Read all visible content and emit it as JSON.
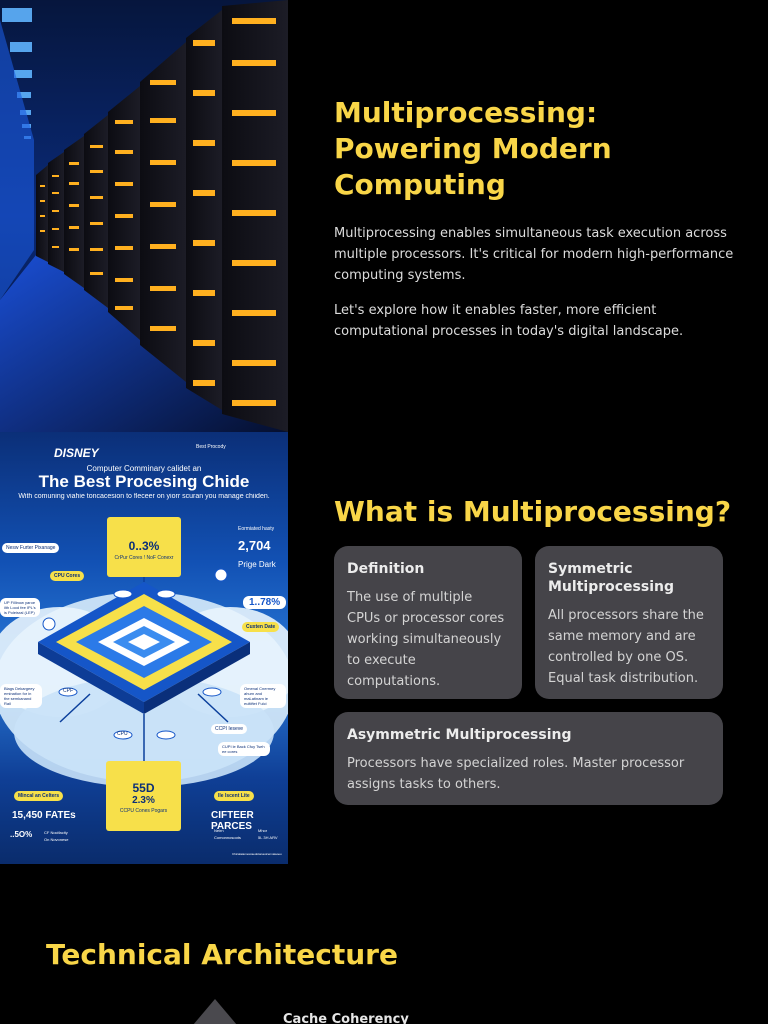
{
  "hero": {
    "title": "Multiprocessing: Powering Modern Computing",
    "paragraph_1": "Multiprocessing enables simultaneous task execution across multiple processors. It's critical for modern high-performance computing systems.",
    "paragraph_2": "Let's explore how it enables faster, more efficient computational processes in today's digital landscape."
  },
  "poster": {
    "brand": "DISNEY",
    "corner_badge": "Best Procody",
    "subtitle": "Computer Comminary calidet an",
    "title": "The Best Procesing Chide",
    "tagline": "With comuning viahie toncacesion to fleceer on yiorr scuran you manage chiiden.",
    "top_box_value": "0..3%",
    "top_box_label": "CrPur Cores ! NoF Conexr",
    "stat_label": "Eormiated hasty",
    "stat_value": "2,704",
    "stat_sub": "Prige Dark",
    "right_value": "1..78%",
    "pill_left_1": "Nesw Furter Pixanage",
    "pill_left_2": "CPU Cores",
    "note_left": "UP Fillinow yaroe ilth Lood fee IPL's is Poleisral (LEP)",
    "pill_right_1": "Cuxten Date",
    "note_left_2": "Blags Dekargeey emination for in the semkanand Rail",
    "note_right_2": "Omenal Cnermey ahurn and maLatinam ie eultiftet Fulci",
    "pill_right_2": "CCPI Ieseve",
    "note_right_3": "CUPI le Back Cfuy Tseh ee cores",
    "cpu_label": "CPU",
    "cpf_label": "CPF",
    "bottom_box_value": "55D",
    "bottom_box_pct": "2.3%",
    "bottom_box_label": "CCPU Cones Pogars",
    "bl_pill": "Mincal an Celters",
    "bl_value": "15,450 FATEs",
    "bl_pct": "..5O%",
    "bl_sub_1": "CF Nocifacity",
    "bl_sub_2": "On Novonese",
    "br_pill": "Ile Iscent Lite",
    "br_value": "CIFTEER PARCES",
    "br_sub_1": "Neirn",
    "br_sub_2": "Comonnosoots",
    "br_sub_3": "Mhor",
    "br_sub_4": "5L 3H ARV",
    "footer": "Chicalaiamescaedotanauicenvaiaoeu"
  },
  "what": {
    "title": "What is Multiprocessing?",
    "cards": [
      {
        "title": "Definition",
        "body": "The use of multiple CPUs or processor cores working simultaneously to execute computations."
      },
      {
        "title": "Symmetric Multiprocessing",
        "body": "All processors share the same memory and are controlled by one OS. Equal task distribution."
      },
      {
        "title": "Asymmetric Multiprocessing",
        "body": "Processors have specialized roles. Master processor assigns tasks to others."
      }
    ]
  },
  "tech": {
    "title": "Technical Architecture",
    "items": [
      {
        "label": "Cache Coherency",
        "icon": "triangle-icon"
      }
    ]
  },
  "colors": {
    "accent": "#f9d648",
    "background": "#000000",
    "card": "#454449",
    "text": "#dcdcdc"
  }
}
